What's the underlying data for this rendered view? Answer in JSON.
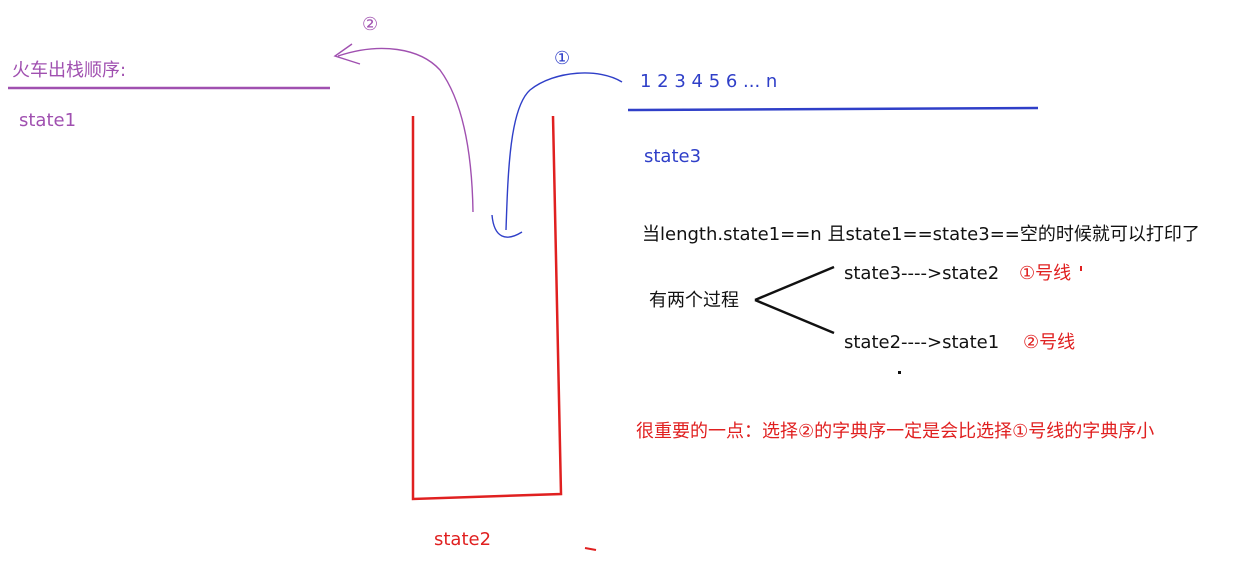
{
  "colors": {
    "purple": "#a050b0",
    "blue": "#2f3fc8",
    "red": "#e02020",
    "black": "#111111"
  },
  "left": {
    "title": "火车出栈顺序:",
    "state1": "state1"
  },
  "stack": {
    "state2": "state2"
  },
  "right": {
    "sequence": "1 2 3 4 5 6 ... n",
    "state3": "state3"
  },
  "arrows": {
    "arrow1_label": "①",
    "arrow2_label": "②"
  },
  "condition": "当length.state1==n 且state1==state3==空的时候就可以打印了",
  "process": {
    "title": "有两个过程",
    "branch1": {
      "text": "state3---->state2",
      "tag": "①号线"
    },
    "branch2": {
      "text": "state2---->state1",
      "tag": "②号线"
    }
  },
  "note": "很重要的一点：选择②的字典序一定是会比选择①号线的字典序小"
}
